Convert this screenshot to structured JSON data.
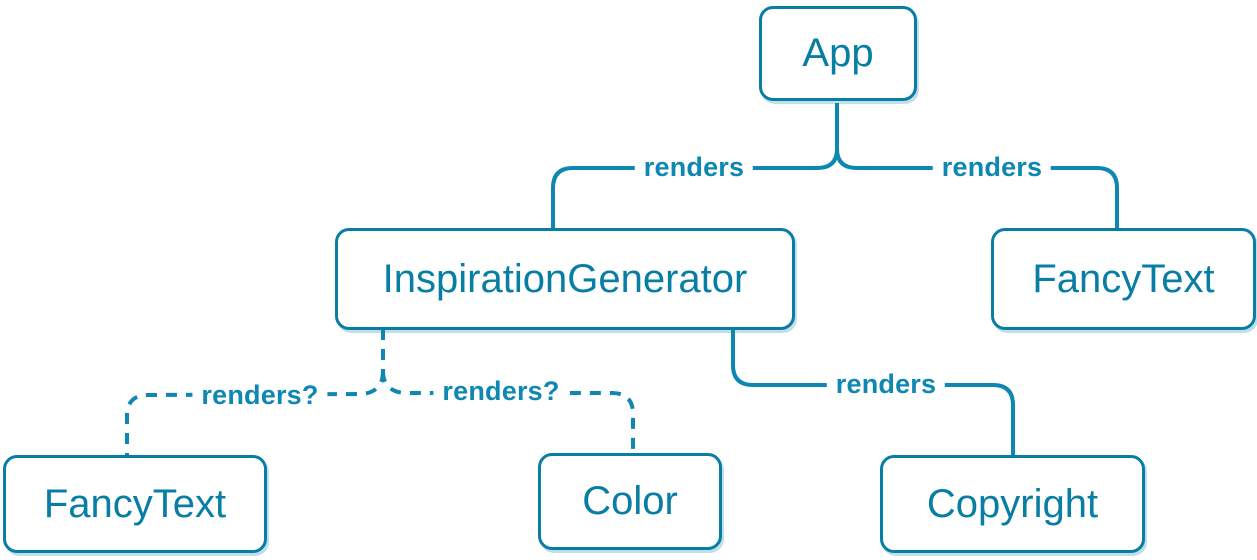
{
  "diagram": {
    "type": "component-render-tree",
    "colors": {
      "background": "#FFFFFF",
      "node_fill": "#FFFFFF",
      "node_border": "#087EA4",
      "node_text": "#087EA4",
      "connector": "#0E87B3",
      "edge_label_text": "#0E87B3"
    },
    "nodes": {
      "app": {
        "label": "App"
      },
      "inspiration_generator": {
        "label": "InspirationGenerator"
      },
      "fancy_text_top": {
        "label": "FancyText"
      },
      "fancy_text_bottom": {
        "label": "FancyText"
      },
      "color": {
        "label": "Color"
      },
      "copyright": {
        "label": "Copyright"
      }
    },
    "edges": {
      "app_to_inspiration_generator": {
        "from": "App",
        "to": "InspirationGenerator",
        "label": "renders",
        "style": "solid"
      },
      "app_to_fancy_text": {
        "from": "App",
        "to": "FancyText",
        "label": "renders",
        "style": "solid"
      },
      "inspiration_generator_to_fancy_text": {
        "from": "InspirationGenerator",
        "to": "FancyText",
        "label": "renders?",
        "style": "dashed"
      },
      "inspiration_generator_to_color": {
        "from": "InspirationGenerator",
        "to": "Color",
        "label": "renders?",
        "style": "dashed"
      },
      "inspiration_generator_to_copyright": {
        "from": "InspirationGenerator",
        "to": "Copyright",
        "label": "renders",
        "style": "solid"
      }
    }
  }
}
